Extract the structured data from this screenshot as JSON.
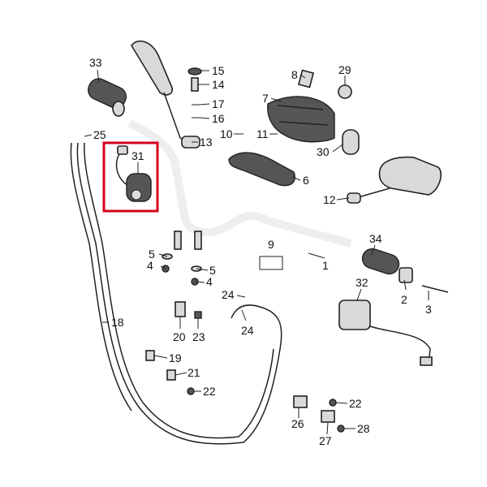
{
  "diagram": {
    "highlight_color": "#d6001c",
    "callouts": [
      {
        "id": "c1",
        "text": "1"
      },
      {
        "id": "c2",
        "text": "2"
      },
      {
        "id": "c3",
        "text": "3"
      },
      {
        "id": "c4a",
        "text": "4"
      },
      {
        "id": "c4b",
        "text": "4"
      },
      {
        "id": "c5a",
        "text": "5"
      },
      {
        "id": "c5b",
        "text": "5"
      },
      {
        "id": "c6",
        "text": "6"
      },
      {
        "id": "c7",
        "text": "7"
      },
      {
        "id": "c8",
        "text": "8"
      },
      {
        "id": "c9",
        "text": "9"
      },
      {
        "id": "c10",
        "text": "10"
      },
      {
        "id": "c11",
        "text": "11"
      },
      {
        "id": "c12",
        "text": "12"
      },
      {
        "id": "c13",
        "text": "13"
      },
      {
        "id": "c14",
        "text": "14"
      },
      {
        "id": "c15",
        "text": "15"
      },
      {
        "id": "c16",
        "text": "16"
      },
      {
        "id": "c17",
        "text": "17"
      },
      {
        "id": "c18",
        "text": "18"
      },
      {
        "id": "c19",
        "text": "19"
      },
      {
        "id": "c20",
        "text": "20"
      },
      {
        "id": "c21",
        "text": "21"
      },
      {
        "id": "c22a",
        "text": "22"
      },
      {
        "id": "c22b",
        "text": "22"
      },
      {
        "id": "c23",
        "text": "23"
      },
      {
        "id": "c24a",
        "text": "24"
      },
      {
        "id": "c24b",
        "text": "24"
      },
      {
        "id": "c25",
        "text": "25"
      },
      {
        "id": "c26",
        "text": "26"
      },
      {
        "id": "c27",
        "text": "27"
      },
      {
        "id": "c28",
        "text": "28"
      },
      {
        "id": "c29",
        "text": "29"
      },
      {
        "id": "c30",
        "text": "30"
      },
      {
        "id": "c31",
        "text": "31"
      },
      {
        "id": "c32",
        "text": "32"
      },
      {
        "id": "c33",
        "text": "33"
      },
      {
        "id": "c34",
        "text": "34"
      }
    ]
  }
}
